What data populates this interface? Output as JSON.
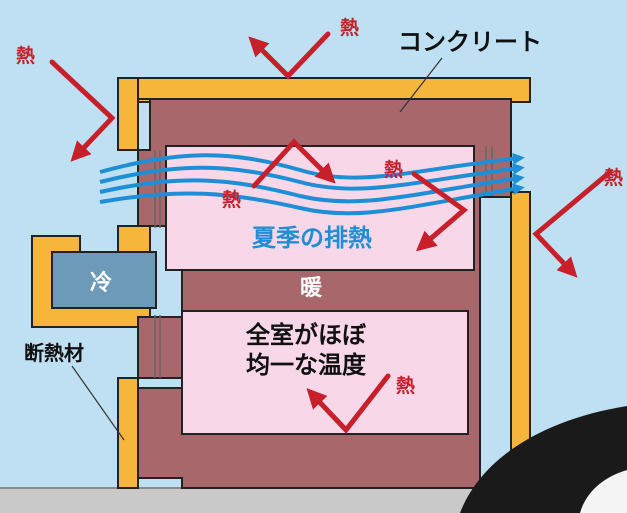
{
  "labels": {
    "concrete": "コンクリート",
    "insulation": "断熱材",
    "cool": "冷",
    "warm": "暖",
    "summer_exhaust": "夏季の排熱",
    "uniform_line1": "全室がほぼ",
    "uniform_line2": "均一な温度",
    "heat": "熱"
  },
  "colors": {
    "sky": "#bfe0f2",
    "concrete": "#a8676b",
    "insulation": "#f6b63c",
    "room": "#f8d8e8",
    "cool_room": "#6d9ab8",
    "heat_arrow": "#c8202a",
    "air_flow": "#1e8fd6",
    "ground": "#c9c9c9"
  }
}
